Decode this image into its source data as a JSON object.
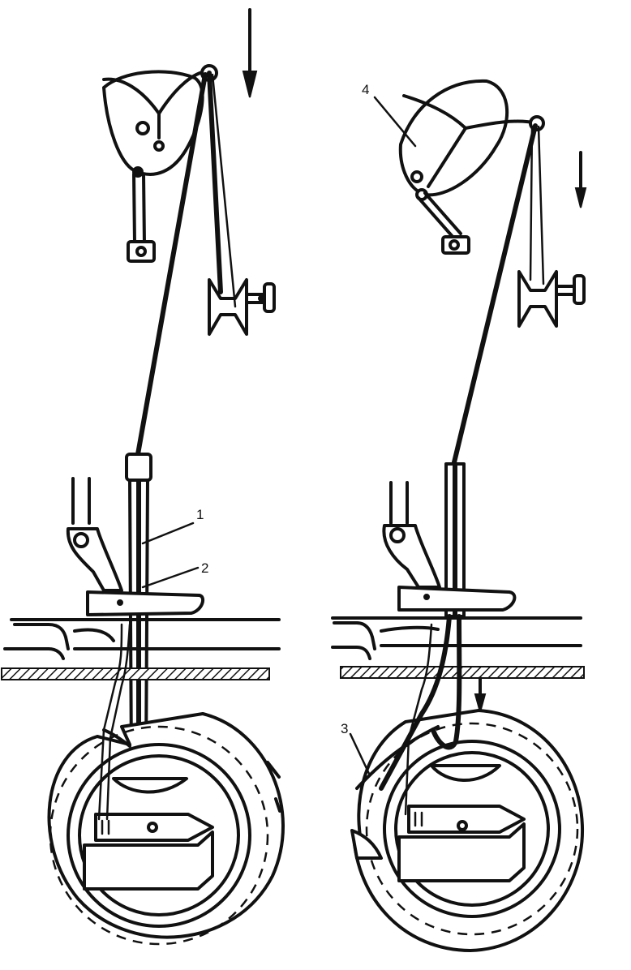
{
  "labels": {
    "needle": "1",
    "thread": "2",
    "hook_point": "3",
    "take_up_lever": "4"
  }
}
